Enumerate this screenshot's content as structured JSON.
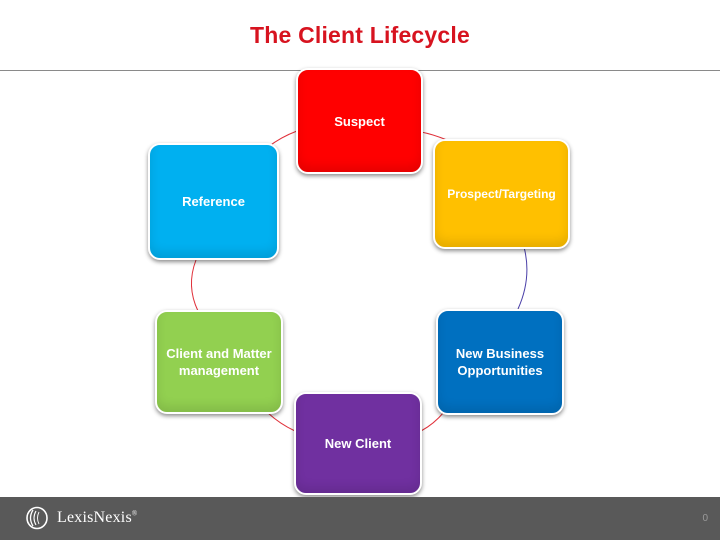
{
  "title": "The Client Lifecycle",
  "nodes": {
    "suspect": {
      "label": "Suspect",
      "color": "#ff0000"
    },
    "prospect": {
      "label": "Prospect/Targeting",
      "color": "#ffc000"
    },
    "opportunities": {
      "label": "New Business Opportunities",
      "color": "#0070c0"
    },
    "new_client": {
      "label": "New Client",
      "color": "#7030a0"
    },
    "management": {
      "label": "Client and Matter management",
      "color": "#92d050"
    },
    "reference": {
      "label": "Reference",
      "color": "#00b0f0"
    }
  },
  "link_colors": {
    "red": "#e0303a",
    "blue": "#4a3fa8"
  },
  "footer": {
    "brand": "LexisNexis",
    "trademark": "®",
    "page_number": "0"
  }
}
